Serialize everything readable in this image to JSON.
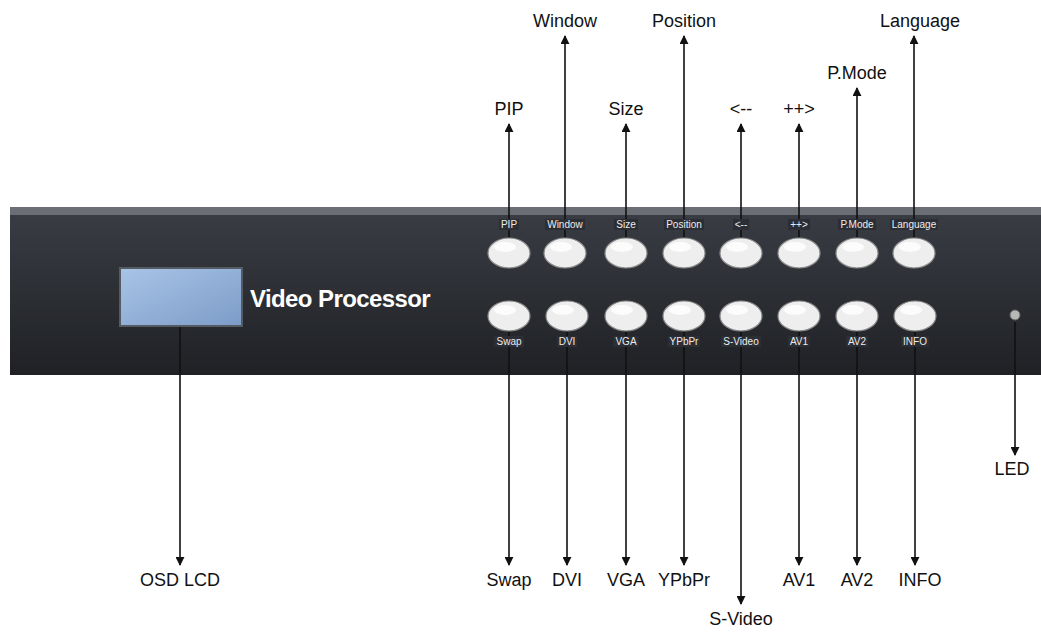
{
  "diagram": {
    "nodes": [
      {
        "text": [
          "Video Processor"
        ]
      },
      {
        "text": [
          "PIP"
        ],
        "in": 0
      },
      {
        "text": [
          "Window"
        ],
        "in": 0
      },
      {
        "text": [
          "Size"
        ],
        "in": 0
      },
      {
        "text": [
          "Position"
        ],
        "in": 0
      },
      {
        "text": [
          "<--"
        ],
        "in": 0
      },
      {
        "text": [
          "++>"
        ],
        "in": 0
      },
      {
        "text": [
          "P.Mode"
        ],
        "in": 0
      },
      {
        "text": [
          "Language"
        ],
        "in": 0
      },
      {
        "text": [
          "Swap"
        ],
        "in": 0
      },
      {
        "text": [
          "DVI"
        ],
        "in": 0
      },
      {
        "text": [
          "VGA"
        ],
        "in": 0
      },
      {
        "text": [
          "YPbPr"
        ],
        "in": 0
      },
      {
        "text": [
          "S-Video"
        ],
        "in": 0
      },
      {
        "text": [
          "AV1"
        ],
        "in": 0
      },
      {
        "text": [
          "AV2"
        ],
        "in": 0
      },
      {
        "text": [
          "INFO"
        ],
        "in": 0
      }
    ],
    "labels": [
      "Window",
      "Position",
      "Language",
      "PIP",
      "Size",
      "<--",
      "++>",
      "P.Mode",
      "OSD LCD",
      "Swap",
      "DVI",
      "VGA",
      "YPbPr",
      "AV1",
      "AV2",
      "INFO",
      "S-Video",
      "LED"
    ]
  }
}
